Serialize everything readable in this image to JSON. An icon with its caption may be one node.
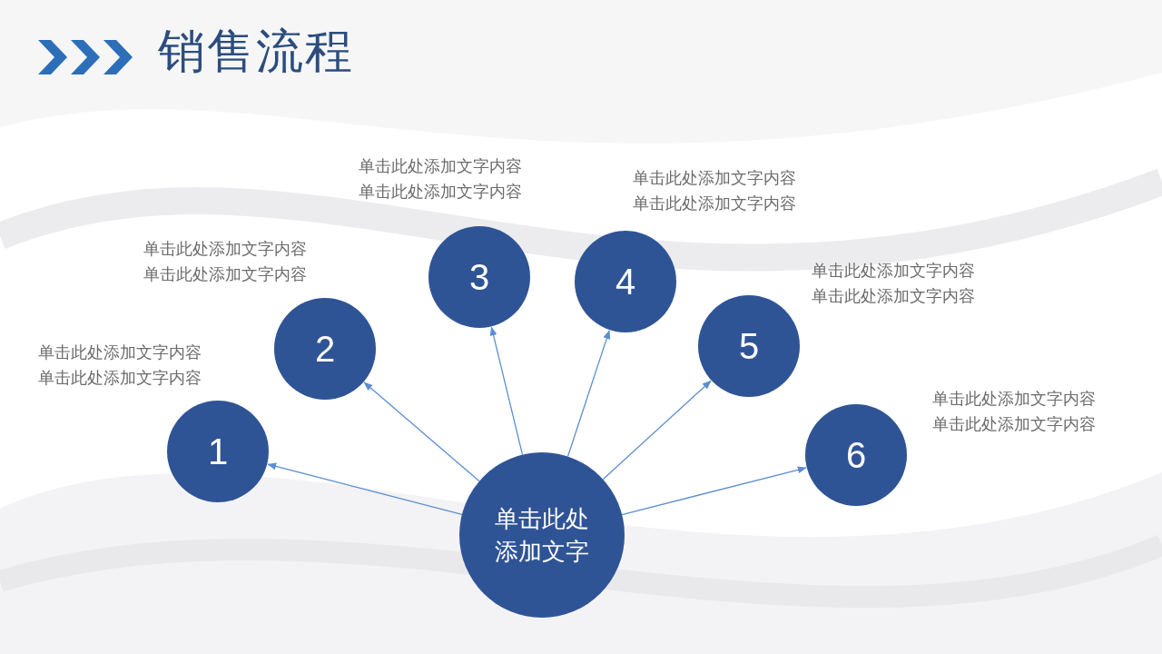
{
  "diagram": {
    "title": "销售流程",
    "nodes": [
      {
        "text": [
          "单击此处添加文字"
        ]
      },
      {
        "text": [
          "1"
        ],
        "beside": [
          "单击此处添加文字内容",
          "单击此处添加文字内容"
        ]
      },
      {
        "text": [
          "2"
        ],
        "beside": [
          "单击此处添加文字内容",
          "单击此处添加文字内容"
        ]
      },
      {
        "text": [
          "3"
        ],
        "beside": [
          "单击此处添加文字内容",
          "单击此处添加文字内容"
        ]
      },
      {
        "text": [
          "4"
        ],
        "beside": [
          "单击此处添加文字内容",
          "单击此处添加文字内容"
        ]
      },
      {
        "text": [
          "5"
        ],
        "beside": [
          "单击此处添加文字内容",
          "单击此处添加文字内容"
        ]
      },
      {
        "text": [
          "6"
        ],
        "beside": [
          "单击此处添加文字内容",
          "单击此处添加文字内容"
        ]
      }
    ],
    "edges": [
      {
        "from": 0,
        "to": 1,
        "arrow": "to"
      },
      {
        "from": 0,
        "to": 2,
        "arrow": "to"
      },
      {
        "from": 0,
        "to": 3,
        "arrow": "to"
      },
      {
        "from": 0,
        "to": 4,
        "arrow": "to"
      },
      {
        "from": 0,
        "to": 5,
        "arrow": "to"
      },
      {
        "from": 0,
        "to": 6,
        "arrow": "to"
      }
    ]
  }
}
